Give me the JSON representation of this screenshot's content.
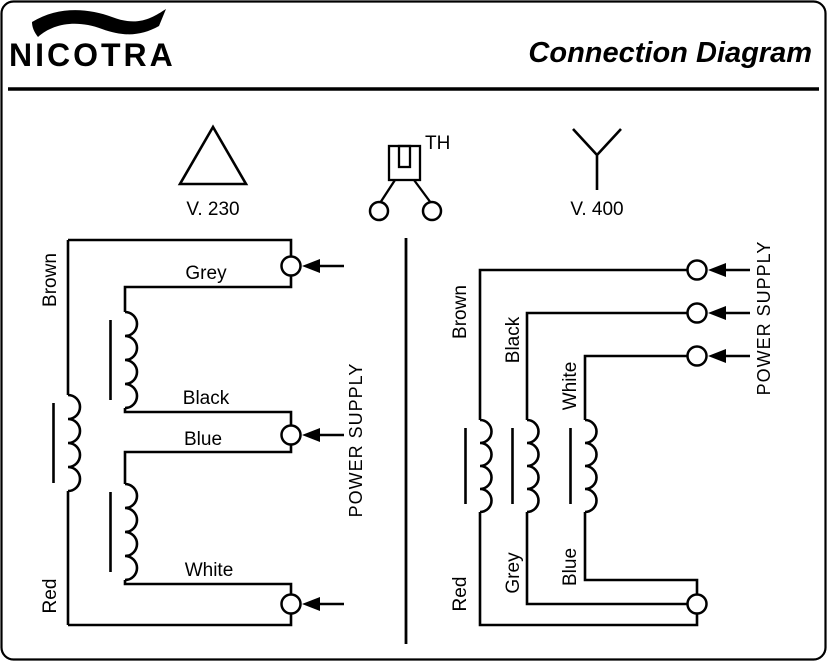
{
  "header": {
    "brand": "NICOTRA",
    "title": "Connection Diagram"
  },
  "symbols": {
    "delta_voltage": "V. 230",
    "star_voltage": "V. 400",
    "thermal_label": "TH"
  },
  "delta_diagram": {
    "labels": {
      "brown": "Brown",
      "grey": "Grey",
      "black": "Black",
      "blue": "Blue",
      "white": "White",
      "red": "Red"
    },
    "power_supply": "POWER SUPPLY"
  },
  "star_diagram": {
    "labels": {
      "brown": "Brown",
      "black": "Black",
      "white": "White",
      "grey": "Grey",
      "blue": "Blue",
      "red": "Red"
    },
    "power_supply": "POWER SUPPLY"
  },
  "colors": {
    "ink": "#000000",
    "background": "#ffffff"
  }
}
